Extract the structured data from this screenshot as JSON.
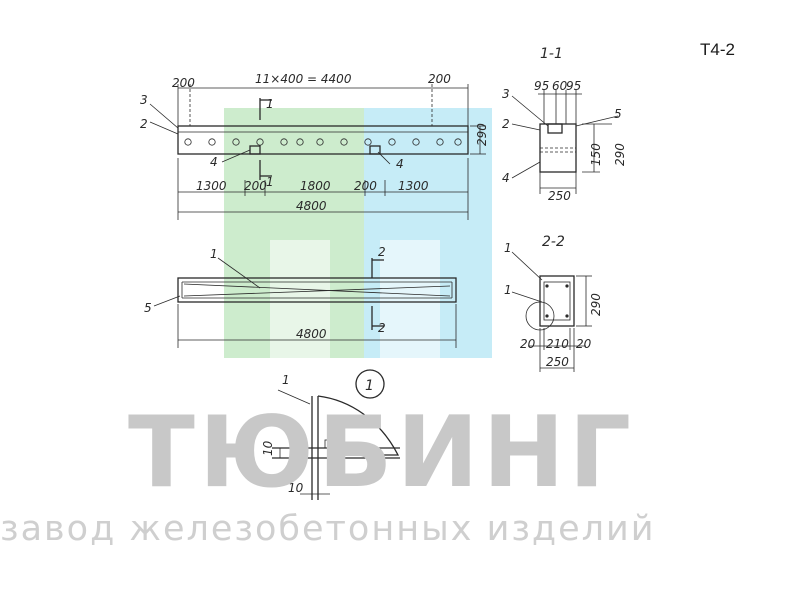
{
  "drawing": {
    "code": "Т4-2",
    "labels": {
      "sec11": "1-1",
      "sec22": "2-2",
      "detail": "1",
      "pos1": "1",
      "pos2": "2",
      "pos3": "3",
      "pos4": "4",
      "pos5": "5"
    },
    "dims": {
      "d200": "200",
      "d11x400": "11×400 = 4400",
      "d290": "290",
      "d1300": "1300",
      "d1800": "1800",
      "d4800": "4800",
      "d250": "250",
      "d150": "150",
      "d95": "95",
      "d60": "60",
      "d20": "20",
      "d210": "210",
      "d10": "10"
    }
  },
  "watermark": {
    "colors": {
      "green": "#cdeccd",
      "blue": "#c6ecf7"
    },
    "title": "ТЮБИНГ",
    "subtitle": "завод железобетонных изделий"
  }
}
